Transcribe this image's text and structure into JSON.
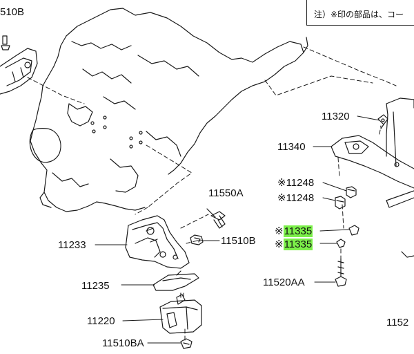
{
  "note": {
    "text": "注）※印の部品は、コー"
  },
  "labels": {
    "top_left": "510B",
    "l11550a": "11550A",
    "l11510b": "11510B",
    "l11233": "11233",
    "l11235": "11235",
    "l11220": "11220",
    "l11510ba": "11510BA",
    "l11320": "11320",
    "l11340": "11340",
    "l11248a_mark": "※",
    "l11248a": "11248",
    "l11248b_mark": "※",
    "l11248b": "11248",
    "l11335a_mark": "※",
    "l11335a": "11335",
    "l11335b_mark": "※",
    "l11335b": "11335",
    "l11520aa": "11520AA",
    "l1152": "1152"
  },
  "colors": {
    "highlight": "#7cf04a",
    "line": "#1a1a1a"
  }
}
